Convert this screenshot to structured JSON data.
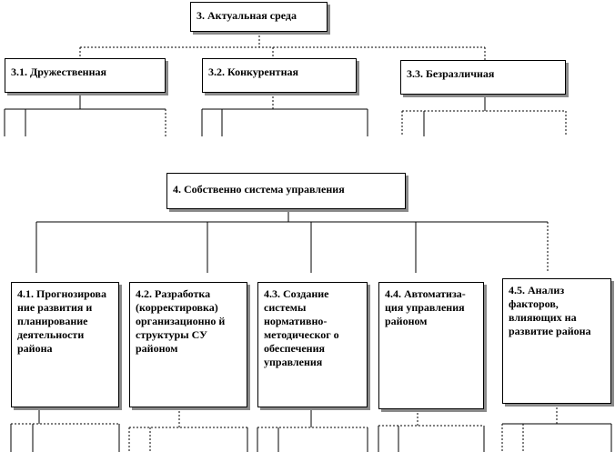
{
  "diagram": {
    "top_section": {
      "root": "3. Актуальная  среда",
      "children": [
        "3.1. Дружественная",
        "3.2. Конкурентная",
        "3.3. Безразличная"
      ]
    },
    "bottom_section": {
      "root": "4. Собственно система управления",
      "children": [
        "4.1. Прогнозирова ние развития и планирование деятельности района",
        "4.2. Разработка (корректировка) организационно й структуры СУ районом",
        "4.3. Создание системы нормативно-методическог о обеспечения управления",
        "4.4. Автоматиза-ция управления районом",
        "4.5. Анализ факторов, влияющих на развитие района"
      ]
    }
  }
}
